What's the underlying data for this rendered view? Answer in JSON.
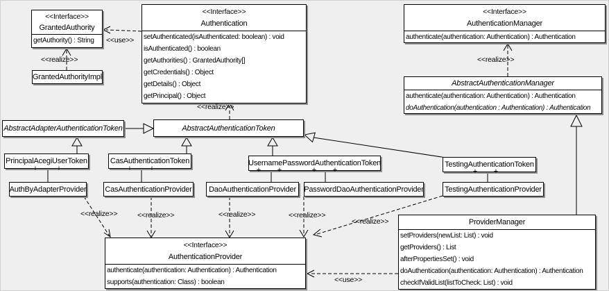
{
  "diagram": {
    "background_color": "#efefef",
    "box_fill": "#ffffff",
    "border_color": "#000000",
    "shadow_color": "#8e8e8e"
  },
  "labels": {
    "use": "<<use>>",
    "realize": "<<realize>>",
    "plus": "+"
  },
  "classes": {
    "granted_authority": {
      "stereotype": "<<Interface>>",
      "name": "GrantedAuthority",
      "methods": [
        "getAuthority() : String"
      ]
    },
    "granted_authority_impl": {
      "name": "GrantedAuthorityImpl"
    },
    "authentication": {
      "stereotype": "<<Interface>>",
      "name": "Authentication",
      "methods": [
        "setAuthenticated(isAuthenticated: boolean) : void",
        "isAuthenticated() : boolean",
        "getAuthorities() : GrantedAuthority[]",
        "getCredentials() : Object",
        "getDetails() : Object",
        "getPrincipal() : Object"
      ]
    },
    "authentication_manager": {
      "stereotype": "<<Interface>>",
      "name": "AuthenticationManager",
      "methods": [
        "authenticate(authentication: Authentication) : Authentication"
      ]
    },
    "abstract_authentication_manager": {
      "name": "AbstractAuthenticationManager",
      "abstract": true,
      "methods": [
        "authenticate(authentication: Authentication) : Authentication",
        "doAuthentication(authentication : Authentication) : Authentication"
      ]
    },
    "abstract_adapter_authentication_token": {
      "name": "AbstractAdapterAuthenticationToken",
      "abstract": true
    },
    "abstract_authentication_token": {
      "name": "AbstractAuthenticationToken",
      "abstract": true
    },
    "principal_acegi_user_token": {
      "name": "PrincipalAcegiUserToken"
    },
    "cas_authentication_token": {
      "name": "CasAuthenticationToken"
    },
    "username_password_authentication_token": {
      "name": "UsernamePasswordAuthenticationToken"
    },
    "testing_authentication_token": {
      "name": "TestingAuthenticationToken"
    },
    "auth_by_adapter_provider": {
      "name": "AuthByAdapterProvider"
    },
    "cas_authentication_provider": {
      "name": "CasAuthenticationProvider"
    },
    "dao_authentication_provider": {
      "name": "DaoAuthenticationProvider"
    },
    "password_dao_authentication_provider": {
      "name": "PasswordDaoAuthenticationProvider"
    },
    "testing_authentication_provider": {
      "name": "TestingAuthenticationProvider"
    },
    "authentication_provider": {
      "stereotype": "<<Interface>>",
      "name": "AuthenticationProvider",
      "methods": [
        "authenticate(authentication: Authentication) : Authentication",
        "supports(authentication: Class) : boolean"
      ]
    },
    "provider_manager": {
      "name": "ProviderManager",
      "methods": [
        "setProviders(newList: List) : void",
        "getProviders() : List",
        "afterPropertiesSet() : void",
        "doAuthentication(authentication: Authentication) : Authentication",
        "checkIfValidList(listToCheck: List) : void"
      ]
    }
  },
  "relationships": [
    {
      "from": "Authentication",
      "to": "GrantedAuthority",
      "type": "use"
    },
    {
      "from": "GrantedAuthorityImpl",
      "to": "GrantedAuthority",
      "type": "realize"
    },
    {
      "from": "AbstractAuthenticationToken",
      "to": "Authentication",
      "type": "realize"
    },
    {
      "from": "AbstractAuthenticationManager",
      "to": "AuthenticationManager",
      "type": "realize"
    },
    {
      "from": "AbstractAdapterAuthenticationToken",
      "to": "AbstractAuthenticationToken",
      "type": "generalization"
    },
    {
      "from": "PrincipalAcegiUserToken",
      "to": "AbstractAdapterAuthenticationToken",
      "type": "generalization"
    },
    {
      "from": "CasAuthenticationToken",
      "to": "AbstractAuthenticationToken",
      "type": "generalization"
    },
    {
      "from": "UsernamePasswordAuthenticationToken",
      "to": "AbstractAuthenticationToken",
      "type": "generalization"
    },
    {
      "from": "TestingAuthenticationToken",
      "to": "AbstractAuthenticationToken",
      "type": "generalization"
    },
    {
      "from": "ProviderManager",
      "to": "AbstractAuthenticationManager",
      "type": "generalization"
    },
    {
      "from": "PrincipalAcegiUserToken",
      "to": "AuthByAdapterProvider",
      "type": "association"
    },
    {
      "from": "CasAuthenticationToken",
      "to": "CasAuthenticationProvider",
      "type": "association"
    },
    {
      "from": "UsernamePasswordAuthenticationToken",
      "to": "DaoAuthenticationProvider",
      "type": "association"
    },
    {
      "from": "UsernamePasswordAuthenticationToken",
      "to": "PasswordDaoAuthenticationProvider",
      "type": "association"
    },
    {
      "from": "TestingAuthenticationToken",
      "to": "TestingAuthenticationProvider",
      "type": "association"
    },
    {
      "from": "AuthByAdapterProvider",
      "to": "AuthenticationProvider",
      "type": "realize"
    },
    {
      "from": "CasAuthenticationProvider",
      "to": "AuthenticationProvider",
      "type": "realize"
    },
    {
      "from": "DaoAuthenticationProvider",
      "to": "AuthenticationProvider",
      "type": "realize"
    },
    {
      "from": "PasswordDaoAuthenticationProvider",
      "to": "AuthenticationProvider",
      "type": "realize"
    },
    {
      "from": "TestingAuthenticationProvider",
      "to": "AuthenticationProvider",
      "type": "realize"
    },
    {
      "from": "ProviderManager",
      "to": "AuthenticationProvider",
      "type": "use"
    }
  ]
}
